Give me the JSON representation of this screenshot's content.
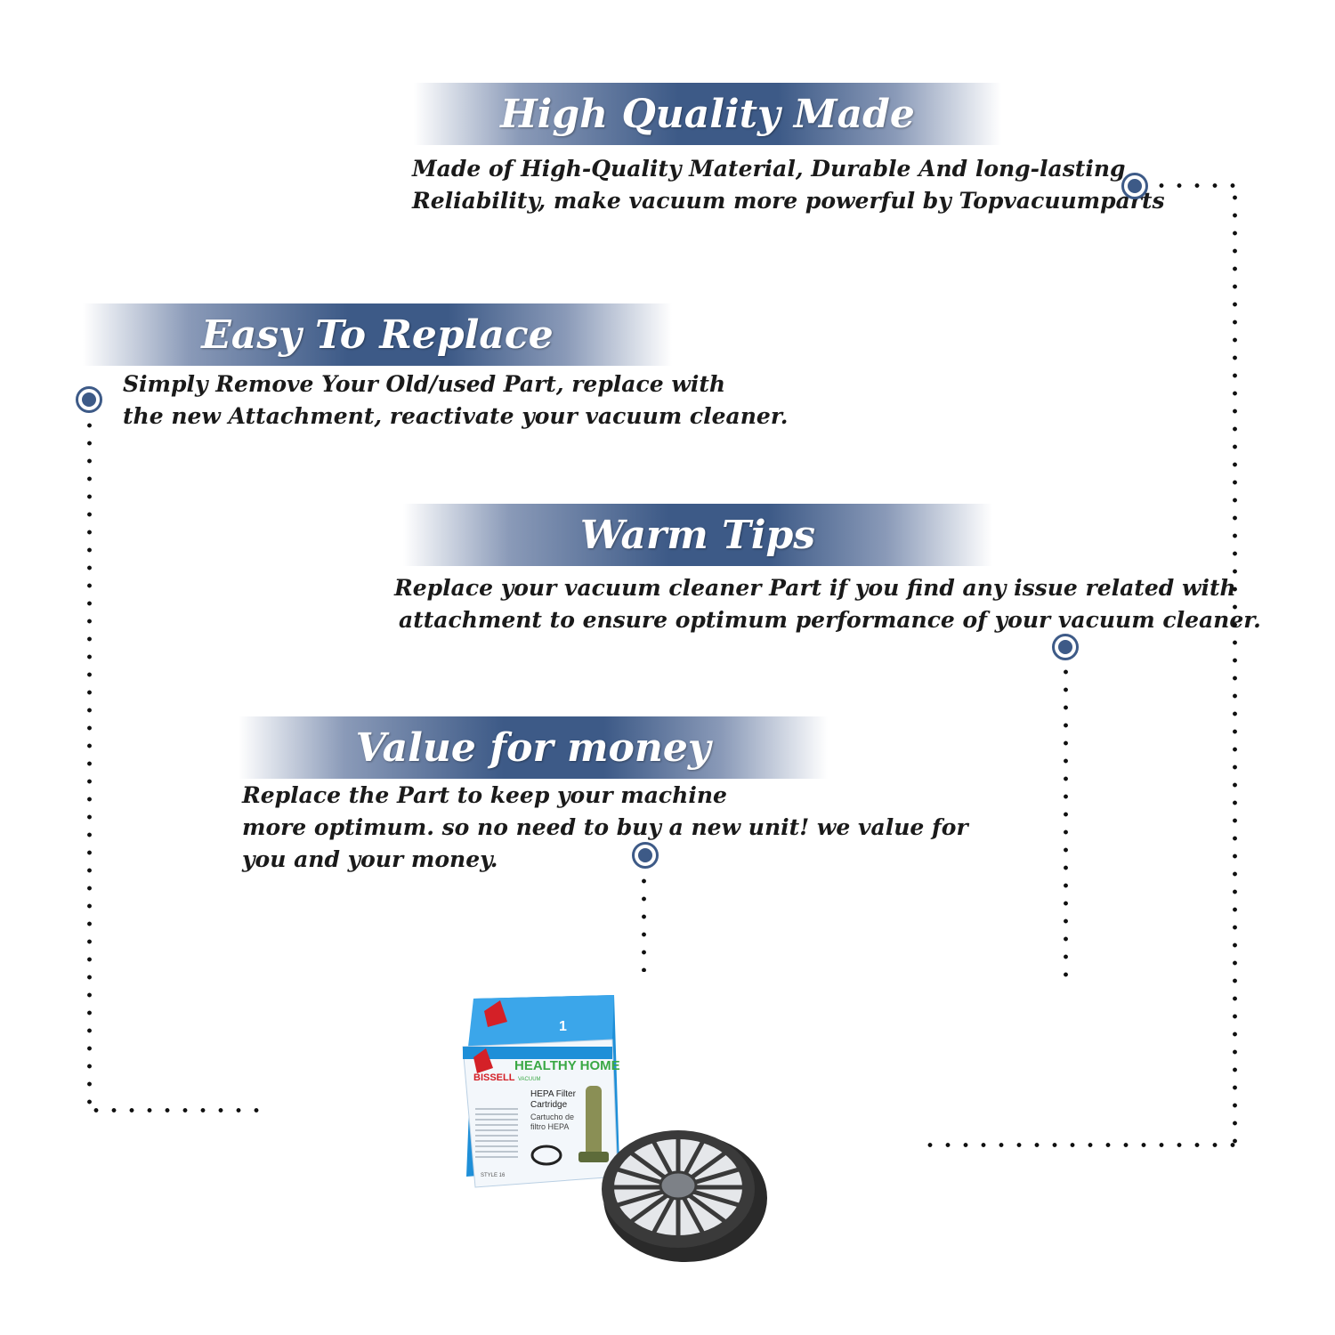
{
  "sections": [
    {
      "title": "High Quality Made",
      "lines": [
        "Made of  High-Quality Material, Durable And long-lasting",
        "Reliability, make vacuum more powerful by Topvacuumparts"
      ]
    },
    {
      "title": "Easy To Replace",
      "lines": [
        "Simply Remove Your Old/used Part, replace with",
        "the new Attachment, reactivate your vacuum cleaner."
      ]
    },
    {
      "title": "Warm Tips",
      "lines": [
        "Replace your vacuum cleaner Part if you find any issue related with",
        "attachment to ensure optimum performance of your vacuum cleaner."
      ]
    },
    {
      "title": "Value for money",
      "lines": [
        "Replace the Part to keep your machine",
        "more optimum. so no need to buy a new unit! we value for",
        "you and your money."
      ]
    }
  ],
  "product": {
    "brand": "BISSELL",
    "product_line": "HEALTHY HOME",
    "product_line_sub": "VACUUM",
    "name_en_1": "HEPA Filter",
    "name_en_2": "Cartridge",
    "name_es_1": "Cartucho de",
    "name_es_2": "filtro HEPA",
    "count": "1",
    "style": "STYLE 16"
  },
  "colors": {
    "banner": "#3d5a87",
    "marker": "#3d5a87",
    "box_blue": "#1e8fd8",
    "brand_red": "#d42027",
    "green": "#3aa845"
  }
}
